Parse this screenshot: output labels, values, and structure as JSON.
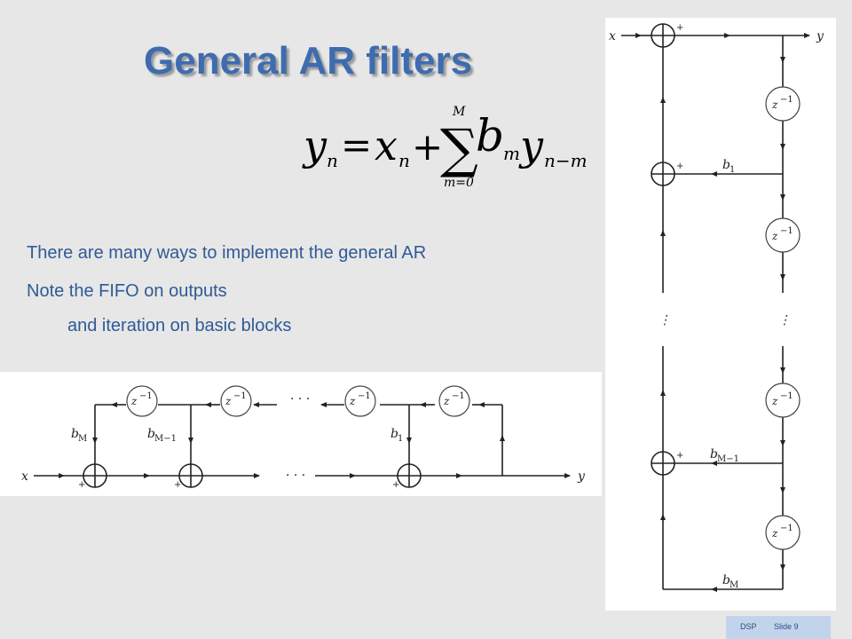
{
  "slide": {
    "title": "General AR filters",
    "bullets": [
      "There are many ways to implement the general AR",
      "Note the FIFO on outputs",
      "and iteration on basic blocks"
    ],
    "footer_label": "DSP",
    "footer_slide": "Slide 9"
  },
  "equation": {
    "lhs_var": "y",
    "lhs_sub": "n",
    "equals": "=",
    "x_var": "x",
    "x_sub": "n",
    "plus": "+",
    "sum": "∑",
    "upper": "M",
    "lower": "m=0",
    "b_var": "b",
    "b_sub": "m",
    "y_var": "y",
    "y_sub": "n−m"
  },
  "diagram_horizontal": {
    "input": "x",
    "output": "y",
    "coefficients": [
      "b",
      "b",
      "b"
    ],
    "coef_subs": [
      "M",
      "M−1",
      "1"
    ],
    "delay": "z",
    "delay_exp": "−1",
    "dots": "· · ·",
    "plus_sign": "+"
  },
  "diagram_vertical": {
    "input": "x",
    "output": "y",
    "coefficients": [
      "b",
      "b",
      "b"
    ],
    "coef_subs": [
      "1",
      "M−1",
      "M"
    ],
    "delay": "z",
    "delay_exp": "−1",
    "vdots": "⋮",
    "plus_sign": "+"
  }
}
